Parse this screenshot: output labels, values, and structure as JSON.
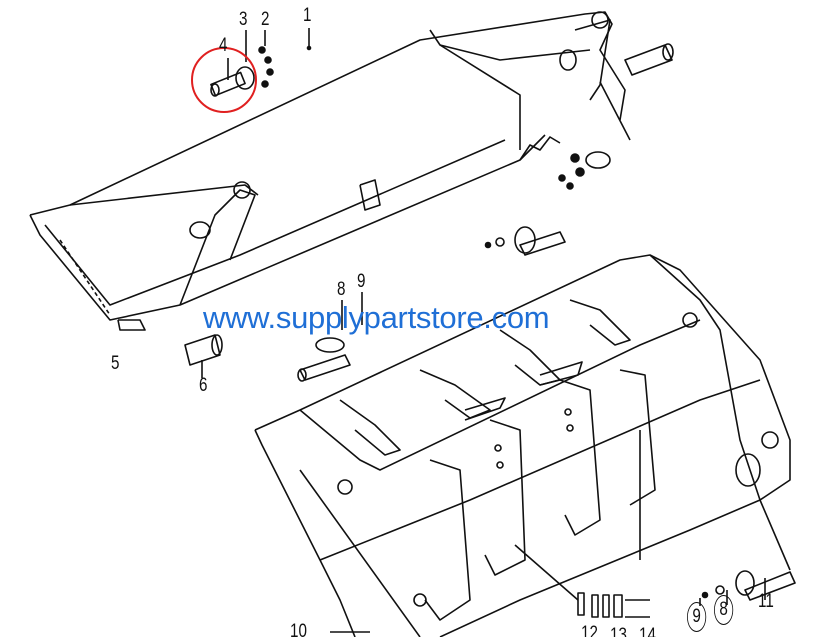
{
  "watermark": "www.supplypartstore.com",
  "callouts": {
    "c1": "1",
    "c2": "2",
    "c3": "3",
    "c4": "4",
    "c5": "5",
    "c6": "6",
    "c8a": "8",
    "c9a": "9",
    "c9b": "9",
    "c8b": "8",
    "c10": "10",
    "c11": "11",
    "c12": "12",
    "c13": "13",
    "c14": "14"
  },
  "colors": {
    "line": "#111111",
    "highlight": "#e02020",
    "watermark": "#1f6fd6"
  }
}
